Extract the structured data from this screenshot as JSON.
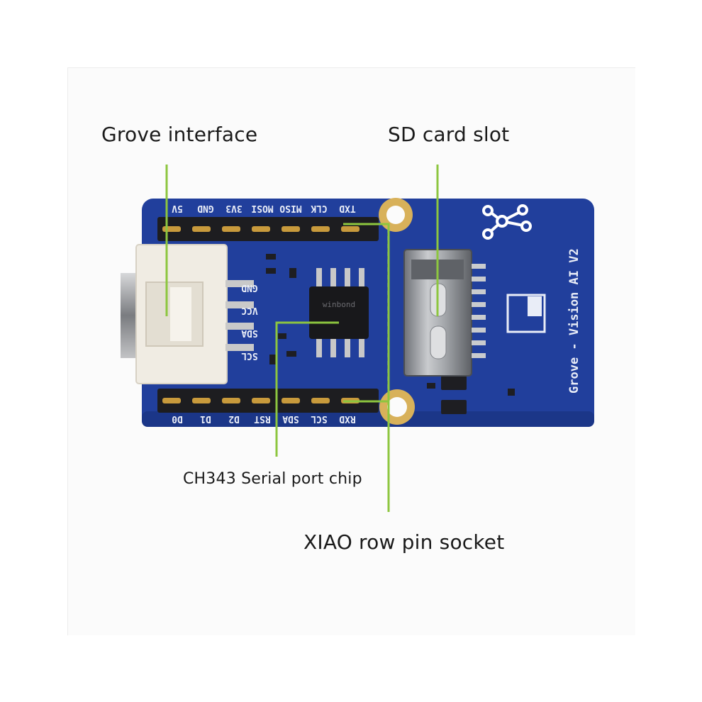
{
  "callouts": {
    "grove_interface": "Grove interface",
    "sd_card_slot": "SD card slot",
    "ch343_chip": "CH343 Serial port chip",
    "xiao_socket": "XIAO row pin socket"
  },
  "board": {
    "name": "Grove - Vision AI V2",
    "top_pins": [
      "TXD",
      "CLK",
      "MISO",
      "MOSI",
      "3V3",
      "GND",
      "5V"
    ],
    "bottom_pins": [
      "RXD",
      "SCL",
      "SDA",
      "RST",
      "D2",
      "D1",
      "D0"
    ],
    "grove_pins": [
      "GND",
      "VCC",
      "SDA",
      "SCL"
    ],
    "chip_brand": "winbond"
  },
  "colors": {
    "pcb": "#213f9c",
    "leader_line": "#8dc63f",
    "silk": "#e9edf7"
  }
}
